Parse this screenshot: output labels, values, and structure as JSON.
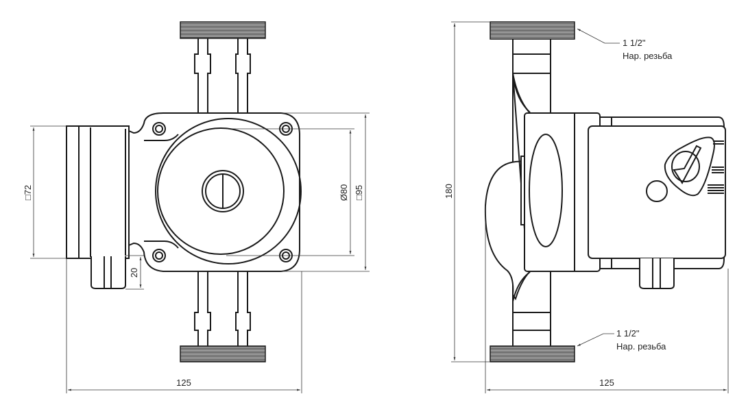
{
  "front_view": {
    "dim_width": "125",
    "dim_motor_square": "□72",
    "dim_terminal": "20",
    "dim_diameter": "Ø80",
    "dim_body_square": "□95"
  },
  "side_view": {
    "dim_height": "180",
    "dim_width": "125",
    "top_thread": {
      "size": "1 1/2\"",
      "type": "Нар. резьба"
    },
    "bottom_thread": {
      "size": "1 1/2\"",
      "type": "Нар. резьба"
    }
  }
}
